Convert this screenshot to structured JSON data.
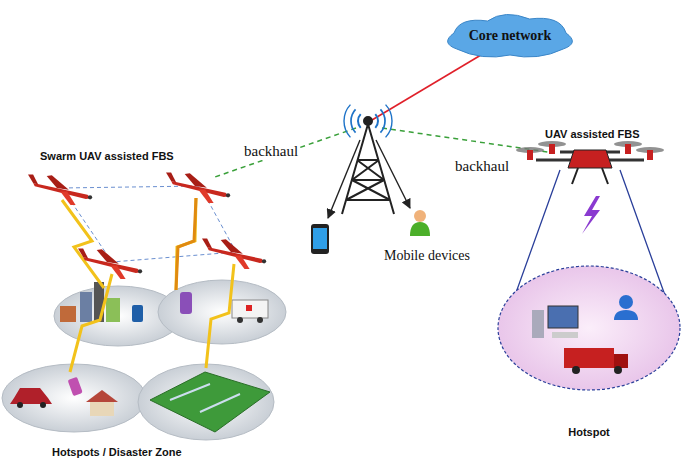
{
  "diagram": {
    "nodes": [
      {
        "text": [
          "Core network"
        ]
      },
      {
        "text": [
          "Hotspot"
        ]
      }
    ],
    "labels": [
      "backhaul",
      "backhaul",
      "Mobile devices",
      "Swarm UAV assisted FBS",
      "UAV assisted FBS",
      "Hotspots / Disaster Zone"
    ]
  }
}
